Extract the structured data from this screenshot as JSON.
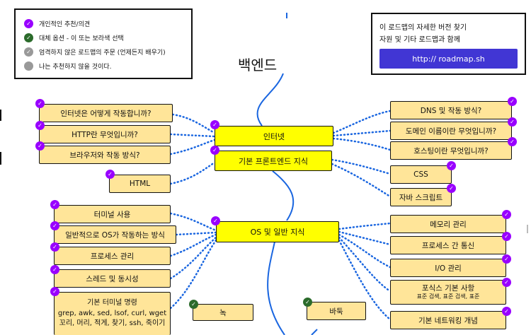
{
  "legend": {
    "items": [
      {
        "label": "개인적인 추천/의견",
        "kind": "purple"
      },
      {
        "label": "대체 옵션 - 이 또는 보라색 선택",
        "kind": "green"
      },
      {
        "label": "엄격하지 않은 로드맵의 주문 (언제든지 배우기)",
        "kind": "gray-check"
      },
      {
        "label": "나는 추천하지 않을 것이다.",
        "kind": "gray"
      }
    ]
  },
  "promo": {
    "line1": "이 로드맵의 자세한 버전 찾기",
    "line2": "자원 및 기타 로드맵과 함께",
    "button": "http:// roadmap.sh"
  },
  "title": "백엔드",
  "main_nodes": {
    "internet": "인터넷",
    "frontend_basics": "기본 프론트엔드 지식",
    "os_general": "OS 및 일반 지식"
  },
  "left_internet": [
    "인터넷은 어떻게 작동합니까?",
    "HTTP란 무엇입니까?",
    "브라우저와 작동 방식?"
  ],
  "left_frontend": [
    "HTML"
  ],
  "right_internet": [
    "DNS 및 작동 방식?",
    "도메인 이름이란 무엇입니까?",
    "호스팅이란 무엇입니까?"
  ],
  "right_frontend": [
    "CSS",
    "자바 스크립트"
  ],
  "left_os": [
    "터미널 사용",
    "일반적으로 OS가 작동하는 방식",
    "프로세스 관리",
    "스레드 및 동시성"
  ],
  "left_os_terminal": {
    "line1": "기본 터미널 명령",
    "line2": "grep, awk, sed, lsof, curl, wget",
    "line3": "꼬리, 머리, 적게, 찾기, ssh, 죽이기"
  },
  "right_os": [
    "메모리 관리",
    "프로세스 간 통신",
    "I/O 관리"
  ],
  "right_os_posix": {
    "line1": "포식스 기본 사항",
    "line2": "표준 검색, 표준 검색, 표준"
  },
  "right_os_last": "기본 네트워킹 개념",
  "bottom_nodes": [
    "녹",
    "바둑"
  ],
  "colors": {
    "topic": "#ffe599",
    "main": "#ffff00",
    "purple": "#9900ff",
    "green": "#2b6b2b",
    "line_blue": "#1a66e0",
    "button": "#4136d4"
  }
}
